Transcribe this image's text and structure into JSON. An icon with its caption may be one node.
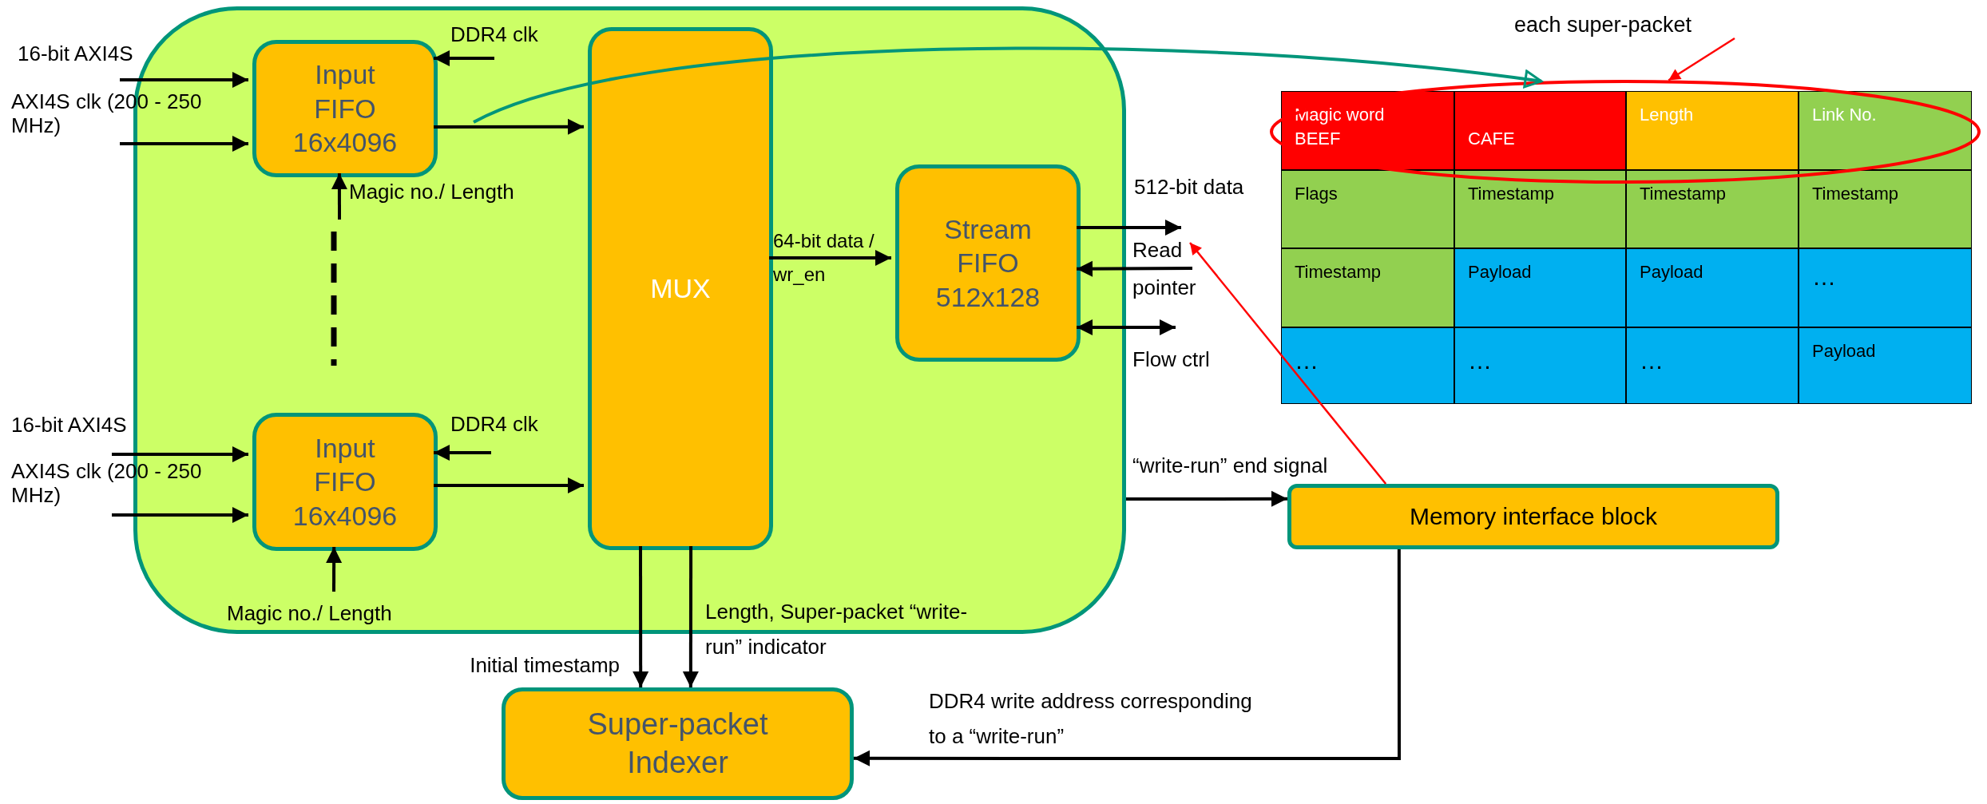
{
  "diagram": {
    "nodes": [
      {
        "text": [],
        "shape": "box"
      },
      {
        "text": [
          "Input FIFO 16x4096"
        ],
        "in": 0
      },
      {
        "text": [
          "Input FIFO 16x4096"
        ],
        "in": 0
      },
      {
        "text": [
          "MUX"
        ],
        "in": 0
      },
      {
        "text": [
          "Stream FIFO 512x128"
        ],
        "in": 0
      },
      {
        "text": [
          "Memory interface block"
        ]
      },
      {
        "text": [
          "Super-packet Indexer"
        ]
      },
      {
        "text": [
          "each super-packet"
        ]
      },
      {
        "text": [],
        "shape": "ellipse"
      }
    ],
    "edges": [
      {
        "from": null,
        "to": 1,
        "arrow": "to",
        "label": "16-bit AXI4S"
      },
      {
        "from": null,
        "to": 1,
        "arrow": "to",
        "label": "AXI4S clk (200 - 250 MHz)"
      },
      {
        "from": null,
        "to": 1,
        "arrow": "to",
        "label": "DDR4 clk"
      },
      {
        "from": null,
        "to": 1,
        "arrow": "to",
        "label": "Magic no./ Length"
      },
      {
        "from": 1,
        "to": 3,
        "arrow": "to"
      },
      {
        "from": null,
        "to": 2,
        "arrow": "to",
        "label": "16-bit AXI4S"
      },
      {
        "from": null,
        "to": 2,
        "arrow": "to",
        "label": "AXI4S clk (200 - 250 MHz)"
      },
      {
        "from": null,
        "to": 2,
        "arrow": "to",
        "label": "DDR4 clk"
      },
      {
        "from": null,
        "to": 2,
        "arrow": "to",
        "label": "Magic no./ Length"
      },
      {
        "from": 2,
        "to": 3,
        "arrow": "to"
      },
      {
        "from": 3,
        "to": 4,
        "arrow": "to",
        "label": "64-bit data / wr_en"
      },
      {
        "from": 4,
        "to": null,
        "arrow": "to",
        "label": "512-bit data"
      },
      {
        "from": null,
        "to": 4,
        "arrow": "to",
        "label": "Read pointer"
      },
      {
        "from": 4,
        "to": null,
        "arrow": "both",
        "label": "Flow ctrl"
      },
      {
        "from": 0,
        "to": 5,
        "arrow": "to",
        "label": "“write-run” end signal"
      },
      {
        "from": 3,
        "to": 6,
        "arrow": "to",
        "label": "Initial timestamp"
      },
      {
        "from": 3,
        "to": 6,
        "arrow": "to",
        "label": "Length, Super-packet “write-run” indicator"
      },
      {
        "from": 5,
        "to": 6,
        "arrow": "to",
        "label": "DDR4 write address corresponding to a “write-run”"
      },
      {
        "from": 7,
        "to": 8,
        "arrow": "to",
        "color": "#ff0000"
      },
      {
        "from": 5,
        "to": null,
        "arrow": "to",
        "color": "#ff0000"
      },
      {
        "from": null,
        "to": 8,
        "arrow": "to",
        "color": "#00957a"
      }
    ],
    "labels": [
      "Magic word BEEF",
      "CAFE",
      "Length",
      "Link No.",
      "Flags",
      "Timestamp",
      "Timestamp",
      "Timestamp",
      "Timestamp",
      "Payload",
      "Payload",
      "…",
      "…",
      "…",
      "…",
      "Payload"
    ]
  }
}
